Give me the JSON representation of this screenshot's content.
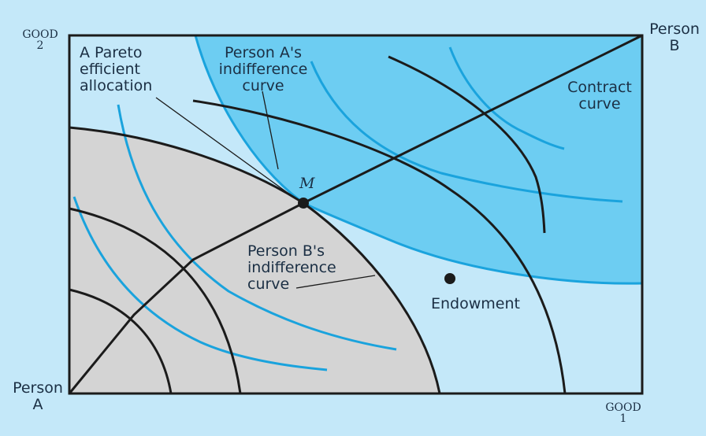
{
  "axes": {
    "good2": "GOOD\n2",
    "good1": "GOOD\n1"
  },
  "people": {
    "a": "Person\nA",
    "b": "Person\nB"
  },
  "labels": {
    "pareto": "A Pareto\nefficient\nallocation",
    "a_curve": "Person A's\nindifference\ncurve",
    "b_curve": "Person B's\nindifference\ncurve",
    "contract": "Contract\ncurve",
    "m": "M",
    "endowment": "Endowment"
  },
  "colors": {
    "background": "#c4e8f9",
    "region_b": "#6dcdf2",
    "region_a": "#d4d4d4",
    "indifference_blue": "#1aa3dd",
    "line": "#1b1b1b"
  }
}
